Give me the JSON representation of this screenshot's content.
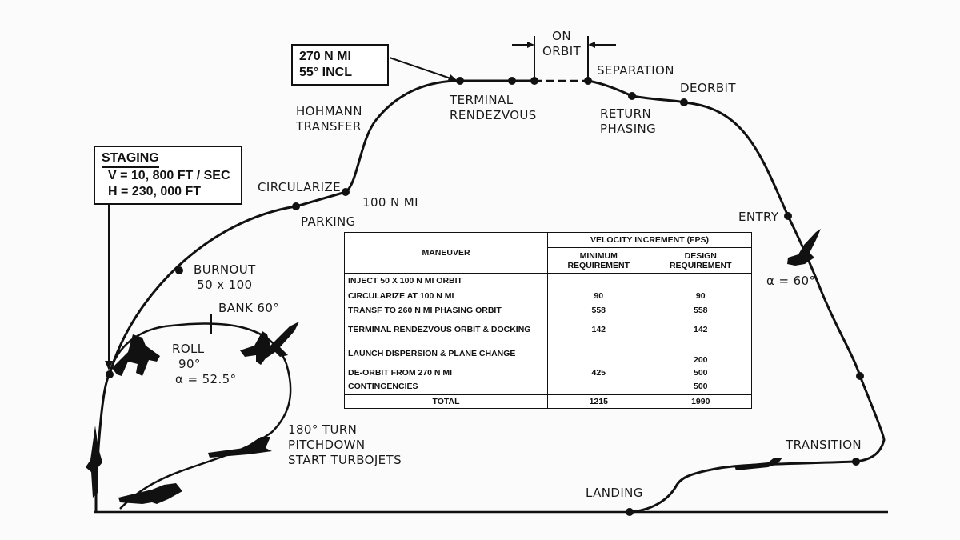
{
  "labels": {
    "on_orbit": [
      "ON",
      "ORBIT"
    ],
    "separation": "SEPARATION",
    "deorbit": "DEORBIT",
    "terminal_rendezvous": [
      "TERMINAL",
      "RENDEZVOUS"
    ],
    "return_phasing": [
      "RETURN",
      "PHASING"
    ],
    "hohmann_transfer": [
      "HOHMANN",
      "TRANSFER"
    ],
    "circularize": "CIRCULARIZE",
    "parking": "PARKING",
    "hundred_n_mi": "100 N MI",
    "entry": "ENTRY",
    "alpha_60": "α = 60°",
    "burnout": [
      "BURNOUT",
      "50 x 100"
    ],
    "bank": "BANK 60°",
    "roll": [
      "ROLL",
      "90°",
      "α = 52.5°"
    ],
    "turn": [
      "180° TURN",
      "PITCHDOWN",
      "START TURBOJETS"
    ],
    "transition": "TRANSITION",
    "landing": "LANDING"
  },
  "orbit_box": [
    "270 N MI",
    "55° INCL"
  ],
  "staging_box": {
    "title": "STAGING",
    "lines": [
      "V = 10, 800 FT / SEC",
      "H = 230, 000 FT"
    ]
  },
  "table": {
    "headers": {
      "maneuver": "MANEUVER",
      "velocity": "VELOCITY INCREMENT (FPS)",
      "minimum": [
        "MINIMUM",
        "REQUIREMENT"
      ],
      "design": [
        "DESIGN",
        "REQUIREMENT"
      ]
    },
    "rows": [
      {
        "maneuver": "INJECT 50 X 100 N MI ORBIT",
        "minimum": "",
        "design": ""
      },
      {
        "maneuver": "CIRCULARIZE AT 100 N MI",
        "minimum": "90",
        "design": "90"
      },
      {
        "maneuver": "TRANSF TO 260 N MI PHASING ORBIT",
        "minimum": "558",
        "design": "558"
      },
      {
        "maneuver": "TERMINAL RENDEZVOUS ORBIT & DOCKING",
        "minimum": "142",
        "design": "142"
      },
      {
        "maneuver": "LAUNCH DISPERSION & PLANE CHANGE",
        "minimum": "",
        "design": "200"
      },
      {
        "maneuver": "DE-ORBIT FROM 270 N MI",
        "minimum": "425",
        "design": "500"
      },
      {
        "maneuver": "CONTINGENCIES",
        "minimum": "",
        "design": "500"
      }
    ],
    "total": {
      "label": "TOTAL",
      "minimum": "1215",
      "design": "1990"
    }
  }
}
